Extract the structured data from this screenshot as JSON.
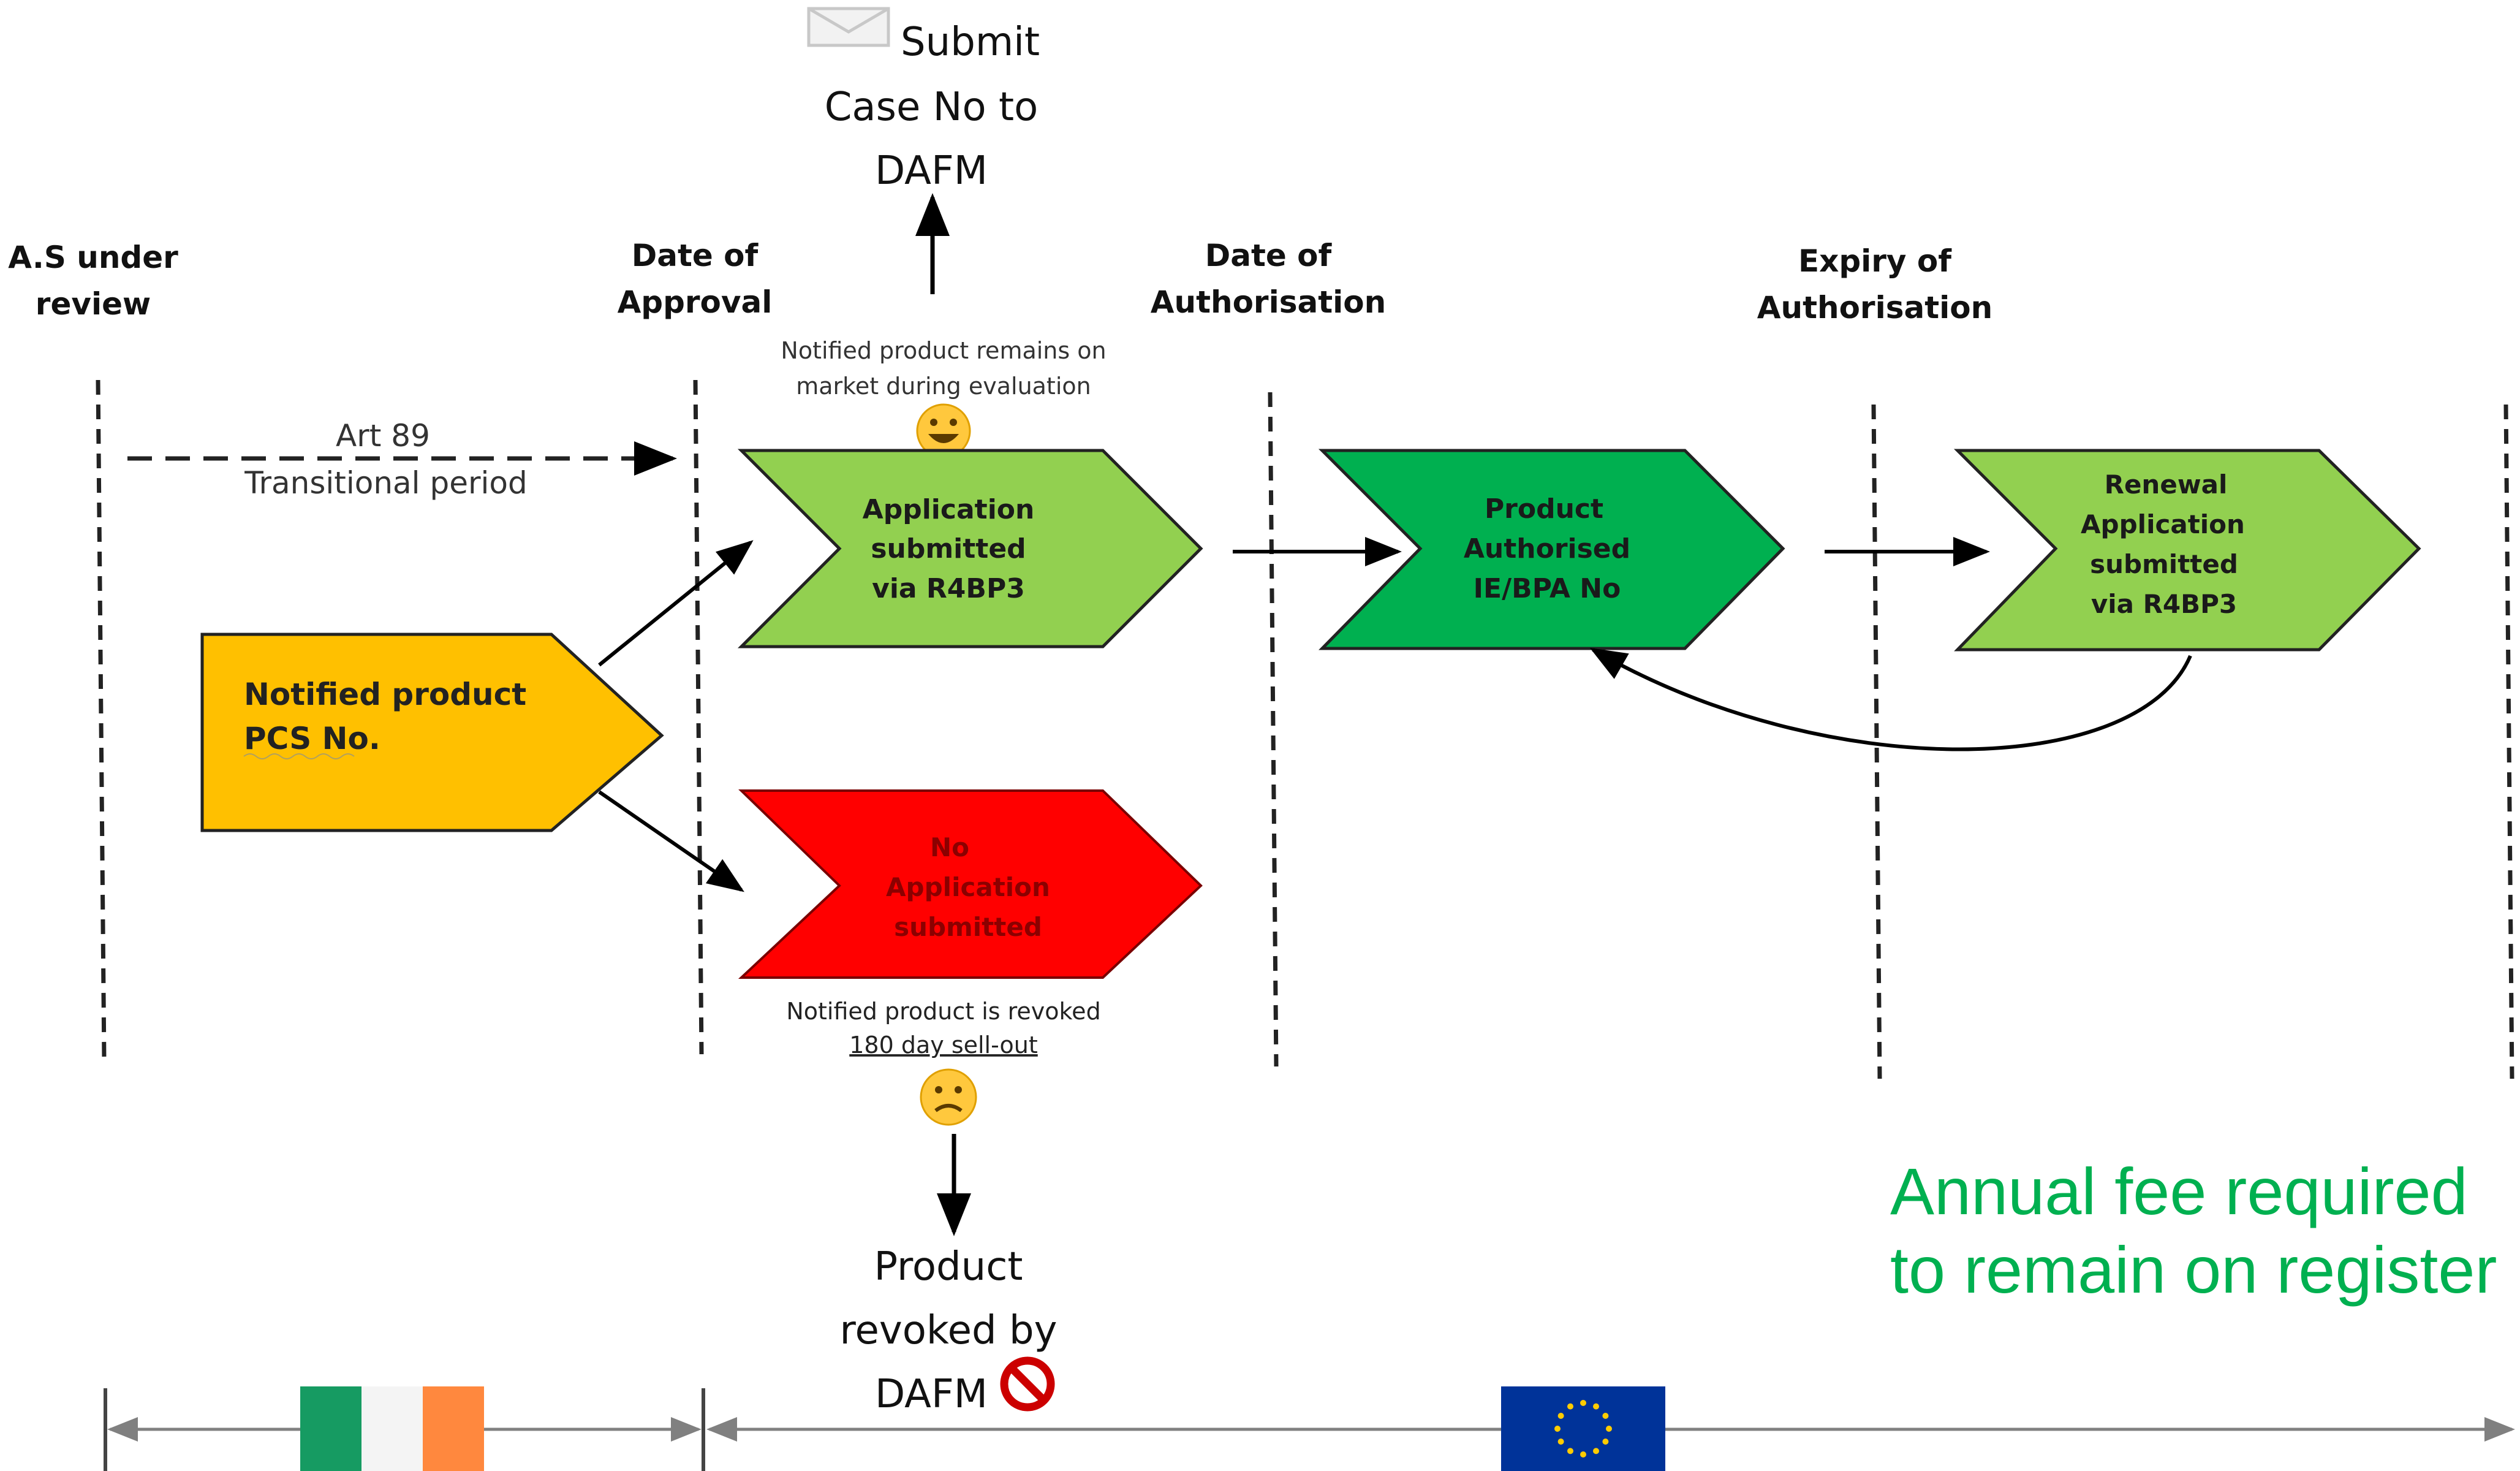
{
  "submit": {
    "lines": [
      "Submit",
      "Case No to",
      "DAFM"
    ]
  },
  "phases": {
    "as_review": [
      "A.S under",
      "review"
    ],
    "approval": [
      "Date of",
      "Approval"
    ],
    "authorisation": [
      "Date of",
      "Authorisation"
    ],
    "expiry": [
      "Expiry of",
      "Authorisation"
    ]
  },
  "transitional": {
    "line1": "Art 89",
    "line2": "Transitional period"
  },
  "notified_note": [
    "Notified product remains on",
    "market during evaluation"
  ],
  "notified_product": {
    "line1": "Notified product",
    "line2": "PCS No."
  },
  "application": [
    "Application",
    "submitted",
    "via R4BP3"
  ],
  "no_application": [
    "No",
    "Application",
    "submitted"
  ],
  "authorised": [
    "Product",
    "Authorised",
    "IE/BPA No"
  ],
  "renewal": [
    "Renewal",
    "Application",
    "submitted",
    "via R4BP3"
  ],
  "revoked_note": {
    "line1": "Notified product is revoked",
    "line2": "180 day sell-out"
  },
  "revoked": [
    "Product",
    "revoked by",
    "DAFM"
  ],
  "annual_fee": [
    "Annual fee required",
    "to remain on register"
  ],
  "colors": {
    "light_green": "#92D050",
    "dark_green": "#00B050",
    "red": "#FF0000",
    "amber": "#FFC000",
    "annual_text": "#00B050",
    "flag_green": "#169B62",
    "flag_orange": "#FF883E",
    "eu_blue": "#003399",
    "eu_star": "#FFCC00"
  },
  "icons": {
    "envelope": "envelope-icon",
    "happy": "smiley-happy-icon",
    "sad": "smiley-sad-icon",
    "prohibited": "prohibited-icon",
    "ireland": "ireland-flag-icon",
    "eu": "eu-flag-icon"
  }
}
